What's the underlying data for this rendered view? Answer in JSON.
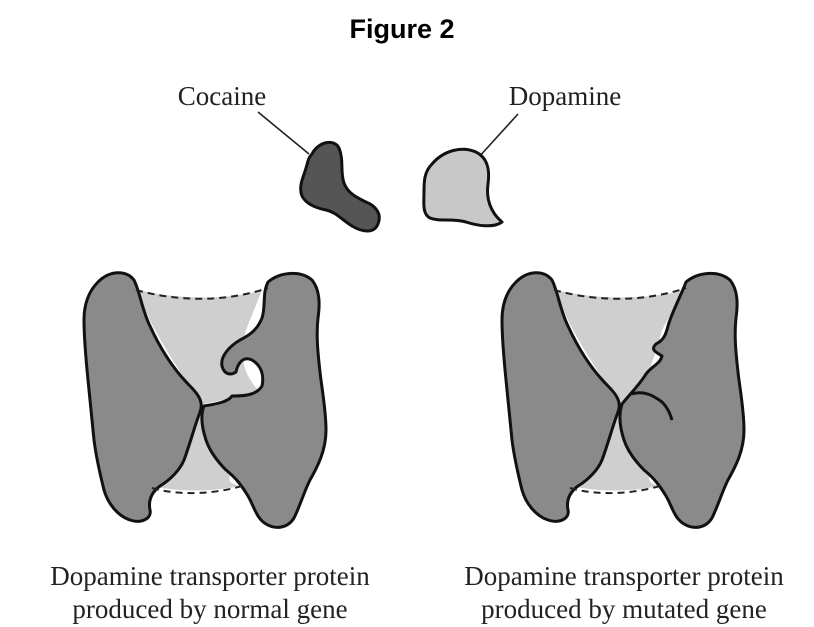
{
  "title": "Figure 2",
  "molecules": {
    "cocaine_label": "Cocaine",
    "dopamine_label": "Dopamine"
  },
  "captions": {
    "normal_line1": "Dopamine transporter protein",
    "normal_line2": "produced by normal gene",
    "mutated_line1": "Dopamine transporter protein",
    "mutated_line2": "produced by mutated gene"
  }
}
